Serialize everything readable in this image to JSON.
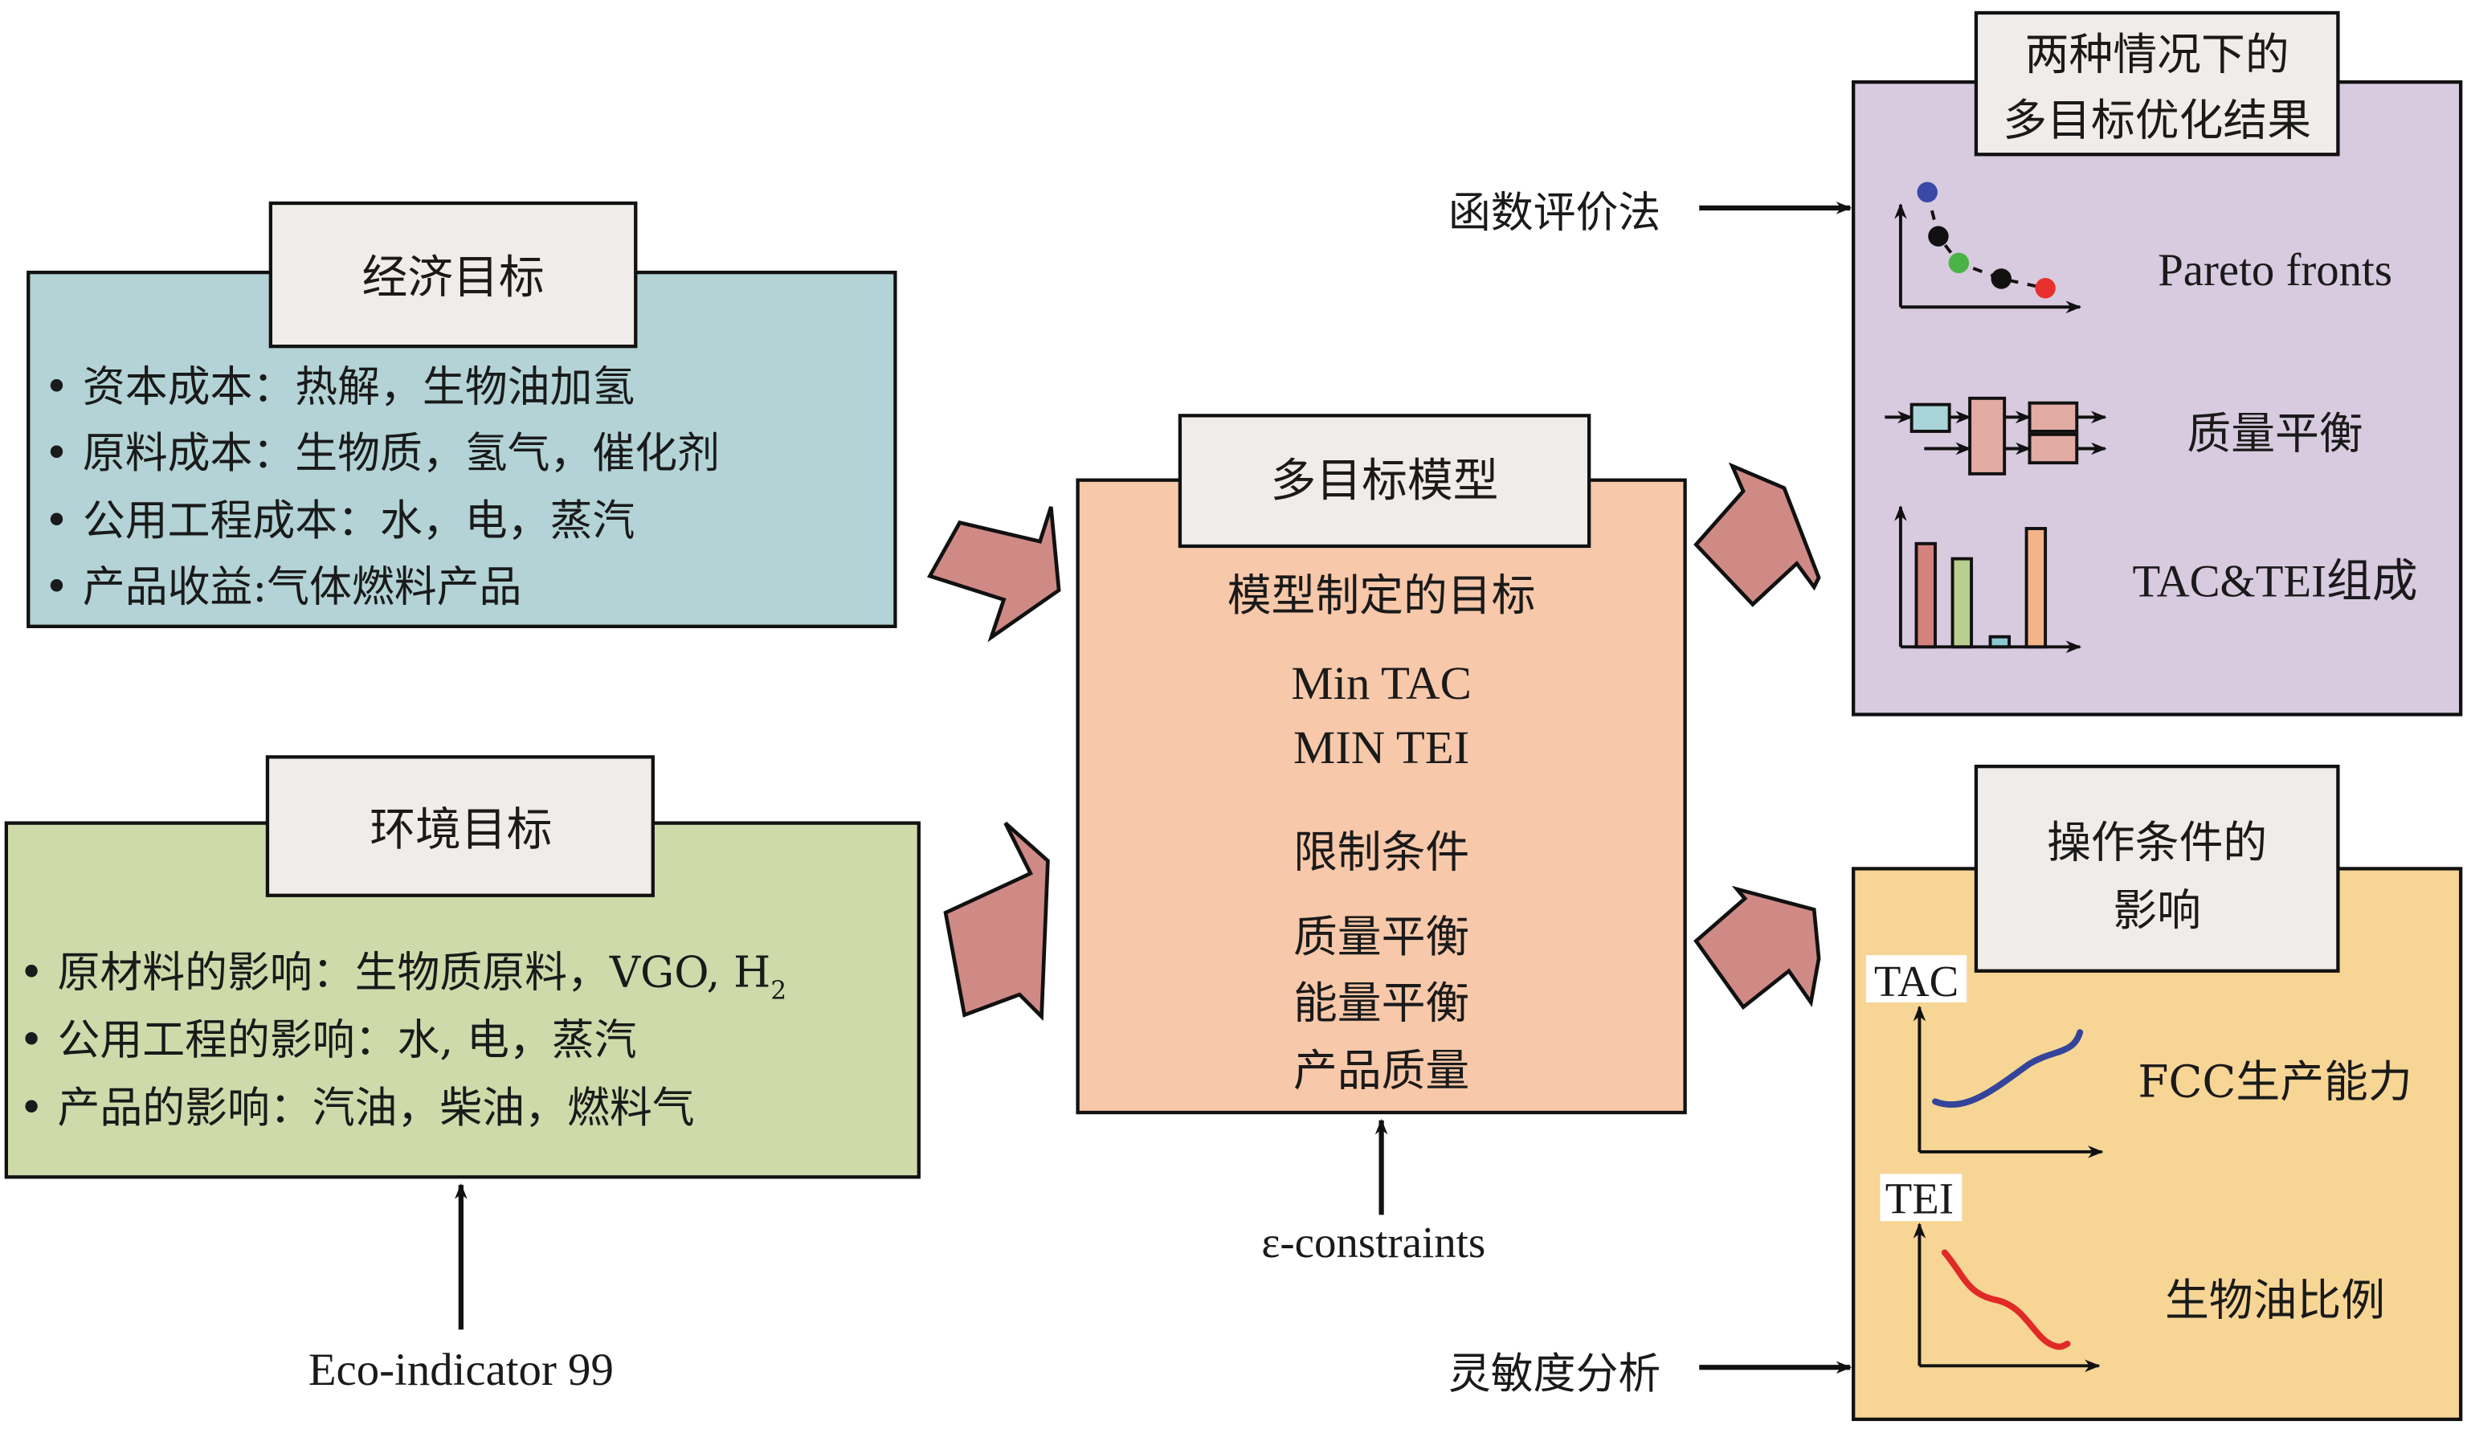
{
  "colors": {
    "economic_bg": "#b3d3d6",
    "environment_bg": "#cfdaab",
    "model_bg": "#f7c8a9",
    "results_bg": "#d8cadf",
    "conditions_bg": "#f7d595",
    "tab_bg": "#f0ece9",
    "fat_arrow": "#cf8a86"
  },
  "economic": {
    "title": "经济目标",
    "items": [
      "• 资本成本：热解，生物油加氢",
      "• 原料成本：生物质，氢气，催化剂",
      "• 公用工程成本：水，电，蒸汽",
      "• 产品收益:气体燃料产品"
    ]
  },
  "environment": {
    "title": "环境目标",
    "items": [
      "• 原材料的影响：生物质原料，VGO, H",
      "• 公用工程的影响：水, 电，蒸汽",
      "• 产品的影响：汽油，柴油，燃料气"
    ],
    "subscript": "2",
    "input_label": "Eco-indicator 99"
  },
  "model": {
    "title": "多目标模型",
    "lines": [
      "模型制定的目标",
      "Min TAC",
      "MIN TEI",
      "限制条件",
      "质量平衡",
      "能量平衡",
      "产品质量"
    ],
    "input_label": "ε-constraints"
  },
  "results": {
    "title_lines": [
      "两种情况下的",
      "多目标优化结果"
    ],
    "input_label": "函数评价法",
    "items": [
      {
        "label": "Pareto fronts",
        "icon": "pareto-front-icon"
      },
      {
        "label": "质量平衡",
        "icon": "mass-balance-flow-icon"
      },
      {
        "label": "TAC&TEI组成",
        "icon": "bar-chart-icon"
      }
    ],
    "pareto_point_colors": [
      "#3a49a8",
      "#111111",
      "#49b345",
      "#111111",
      "#e8312e"
    ],
    "bar_colors": [
      "#d4827d",
      "#b8cf8e",
      "#88c9d1",
      "#f4b487"
    ],
    "bar_values": [
      0.82,
      0.7,
      0.08,
      0.94
    ]
  },
  "conditions": {
    "title_lines": [
      "操作条件的",
      "影响"
    ],
    "input_label": "灵敏度分析",
    "plots": [
      {
        "ylabel": "TAC",
        "label": "FCC生产能力",
        "trend": "increasing",
        "color": "#34449a"
      },
      {
        "ylabel": "TEI",
        "label": "生物油比例",
        "trend": "decreasing",
        "color": "#e02a27"
      }
    ]
  }
}
